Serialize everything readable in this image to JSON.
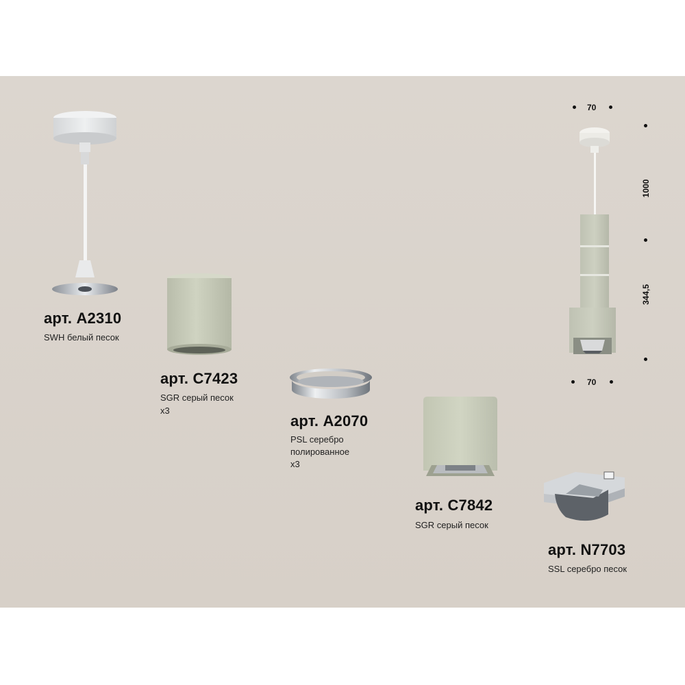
{
  "products": [
    {
      "article": "арт. A2310",
      "lines": [
        "SWH белый песок"
      ]
    },
    {
      "article": "арт. C7423",
      "lines": [
        "SGR серый песок",
        "x3"
      ]
    },
    {
      "article": "арт. A2070",
      "lines": [
        "PSL серебро",
        "полированное",
        "x3"
      ]
    },
    {
      "article": "арт. C7842",
      "lines": [
        "SGR серый песок"
      ]
    },
    {
      "article": "арт. N7703",
      "lines": [
        "SSL серебро песок"
      ]
    }
  ],
  "dimensions": {
    "top_width": "70",
    "bottom_width": "70",
    "cable_length": "1000",
    "body_height": "344,5"
  },
  "colors": {
    "background": "#dad4cd",
    "sand_grey": "#c7cbb9",
    "white_sand": "#e8e9ea",
    "silver": "#c9ccd0"
  }
}
